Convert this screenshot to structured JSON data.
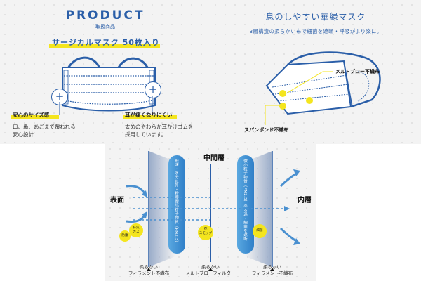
{
  "product": {
    "title": "PRODUCT",
    "subtitle": "取扱商品",
    "name": "サージカルマスク 50枚入り"
  },
  "features": [
    {
      "label": "安心のサイズ感",
      "desc_line1": "口、鼻、あごまで覆われる",
      "desc_line2": "安心設計"
    },
    {
      "label": "耳が痛くなりにくい",
      "desc_line1": "太めのやわらか耳かけゴムを",
      "desc_line2": "採用しています。"
    }
  ],
  "breathable": {
    "title": "息のしやすい華緑マスク",
    "subtitle": "3層構造の柔らかい布で細菌を遮断・呼吸がより楽に。",
    "label_melt": "メルトブロー不織布",
    "label_spun": "スパンボンド不織布"
  },
  "layers": {
    "middle": "中間層",
    "outer": "表面",
    "inner": "内層",
    "filter1": "飛沫・水分以外・粉塵微小粒子物質（PM2.5）",
    "filter2": "微小粒子物質（PM2.5）のろ過・細菌を遮断",
    "dot1_line1": "排気",
    "dot1_line2": "ガス",
    "dot2": "防塵",
    "dot3_line1": "花",
    "dot3_line2": "スモッグ",
    "dot4": "細菌",
    "cap_left_line1": "柔らかい",
    "cap_left_line2": "フィラメント不織布",
    "cap_mid_line1": "柔らかい",
    "cap_mid_line2": "メルトブローフィルター",
    "cap_right_line1": "柔らかい",
    "cap_right_line2": "フィラメント不織布"
  },
  "colors": {
    "brand_blue": "#2a5ea8",
    "highlight_yellow": "#f4e51e"
  }
}
